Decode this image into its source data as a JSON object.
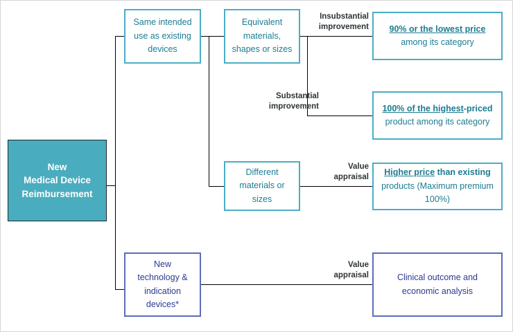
{
  "diagram": {
    "title": "New Medical Device Reimbursement",
    "colors": {
      "teal_fill": "#4aadbf",
      "teal_border": "#4bacc6",
      "teal_text": "#1b7c92",
      "blue_border": "#5b6cba",
      "blue_text": "#2b3990",
      "label_text": "#2f3436",
      "connector": "#000000",
      "canvas": "#ffffff",
      "page": "#efeff0"
    },
    "root": {
      "line1": "New",
      "line2": "Medical Device",
      "line3": "Reimbursement"
    },
    "branches": [
      {
        "id": "same-intended-use",
        "line1": "Same intended",
        "line2": "use as existing",
        "line3": "devices"
      },
      {
        "id": "new-technology",
        "line1": "New",
        "line2": "technology &",
        "line3": "indication",
        "line4": "devices*"
      }
    ],
    "criteria": [
      {
        "id": "equivalent-materials",
        "line1": "Equivalent",
        "line2": "materials,",
        "line3": "shapes or sizes"
      },
      {
        "id": "different-materials",
        "line1": "Different",
        "line2": "materials or",
        "line3": "sizes"
      }
    ],
    "edge_labels": [
      {
        "id": "insubstantial",
        "line1": "Insubstantial",
        "line2": "improvement"
      },
      {
        "id": "substantial",
        "line1": "Substantial",
        "line2": "improvement"
      },
      {
        "id": "value-appraisal-1",
        "line1": "Value",
        "line2": "appraisal"
      },
      {
        "id": "value-appraisal-2",
        "line1": "Value",
        "line2": "appraisal"
      }
    ],
    "outcomes": [
      {
        "id": "lowest-price",
        "emphasis": "90% or the lowest price",
        "rest": "among its category"
      },
      {
        "id": "highest-priced",
        "emphasis": "100% of the highest",
        "emphasis_tail": "-priced",
        "rest": "product among its category"
      },
      {
        "id": "higher-price",
        "emphasis": "Higher price",
        "emphasis_tail": " than existing",
        "rest_line1": "products (Maximum premium",
        "rest_line2": "100%)"
      },
      {
        "id": "clinical-outcome",
        "line1": "Clinical outcome and",
        "line2": "economic analysis"
      }
    ]
  }
}
